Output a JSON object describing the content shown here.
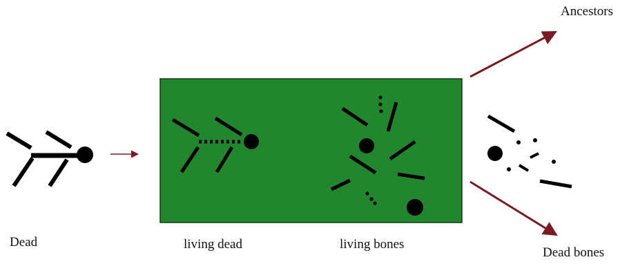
{
  "labels": {
    "dead": "Dead",
    "living_dead": "living dead",
    "living_bones": "living bones",
    "ancestors": "Ancestors",
    "dead_bones": "Dead bones"
  },
  "colors": {
    "box_fill": "#22862e",
    "box_stroke": "#0d3d12",
    "arrow": "#7a1a22",
    "ink": "#000000",
    "background": "#ffffff"
  }
}
